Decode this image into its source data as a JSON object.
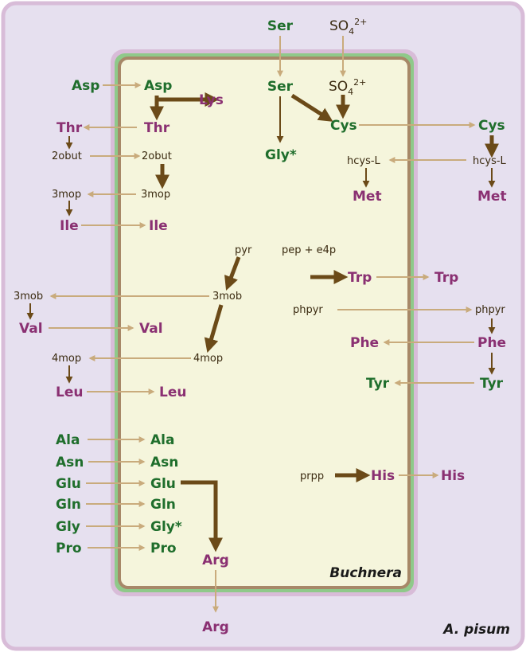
{
  "labels": {
    "ser_out": "Ser",
    "so4_out": "SO",
    "so4_sub": "4",
    "so4_sup": "2+",
    "asp_out": "Asp",
    "asp_in": "Asp",
    "lys": "Lys",
    "ser_in": "Ser",
    "so4_in": "SO",
    "cys_in": "Cys",
    "cys_out": "Cys",
    "thr_out": "Thr",
    "thr_in": "Thr",
    "gly_star": "Gly*",
    "twoobut_out": "2obut",
    "twoobut_in": "2obut",
    "hcys_in": "hcys-L",
    "hcys_out": "hcys-L",
    "met_in": "Met",
    "met_out": "Met",
    "threemop_out": "3mop",
    "threemop_in": "3mop",
    "ile_out": "Ile",
    "ile_in": "Ile",
    "pyr": "pyr",
    "pep_e4p": "pep + e4p",
    "trp_in": "Trp",
    "trp_out": "Trp",
    "threemob_out": "3mob",
    "threemob_in": "3mob",
    "phpyr_in": "phpyr",
    "phpyr_out": "phpyr",
    "val_out": "Val",
    "val_in": "Val",
    "phe_in": "Phe",
    "phe_out": "Phe",
    "fourmop_out": "4mop",
    "fourmop_in": "4mop",
    "tyr_in": "Tyr",
    "tyr_out": "Tyr",
    "leu_out": "Leu",
    "leu_in": "Leu",
    "ala_out": "Ala",
    "ala_in": "Ala",
    "asn_out": "Asn",
    "asn_in": "Asn",
    "glu_out": "Glu",
    "glu_in": "Glu",
    "gln_out": "Gln",
    "gln_in": "Gln",
    "gly_out": "Gly",
    "gly_in": "Gly*",
    "pro_out": "Pro",
    "pro_in": "Pro",
    "prpp": "prpp",
    "his_in": "His",
    "his_out": "His",
    "arg_in": "Arg",
    "arg_out": "Arg",
    "buchnera": "Buchnera",
    "apisum": "A. pisum"
  },
  "colors": {
    "host_fill": "#e6e0ef",
    "host_border": "#d8bcd8",
    "cell_fill": "#f5f5dc",
    "cell_border": "#a78868",
    "cell_green": "#8fc98a",
    "cell_outer": "#d8bcd8",
    "transport_arrow": "#c9ab7c",
    "pathway_arrow": "#6b4a18",
    "essential": "#8a3072",
    "nonessential": "#1f6e2c"
  }
}
